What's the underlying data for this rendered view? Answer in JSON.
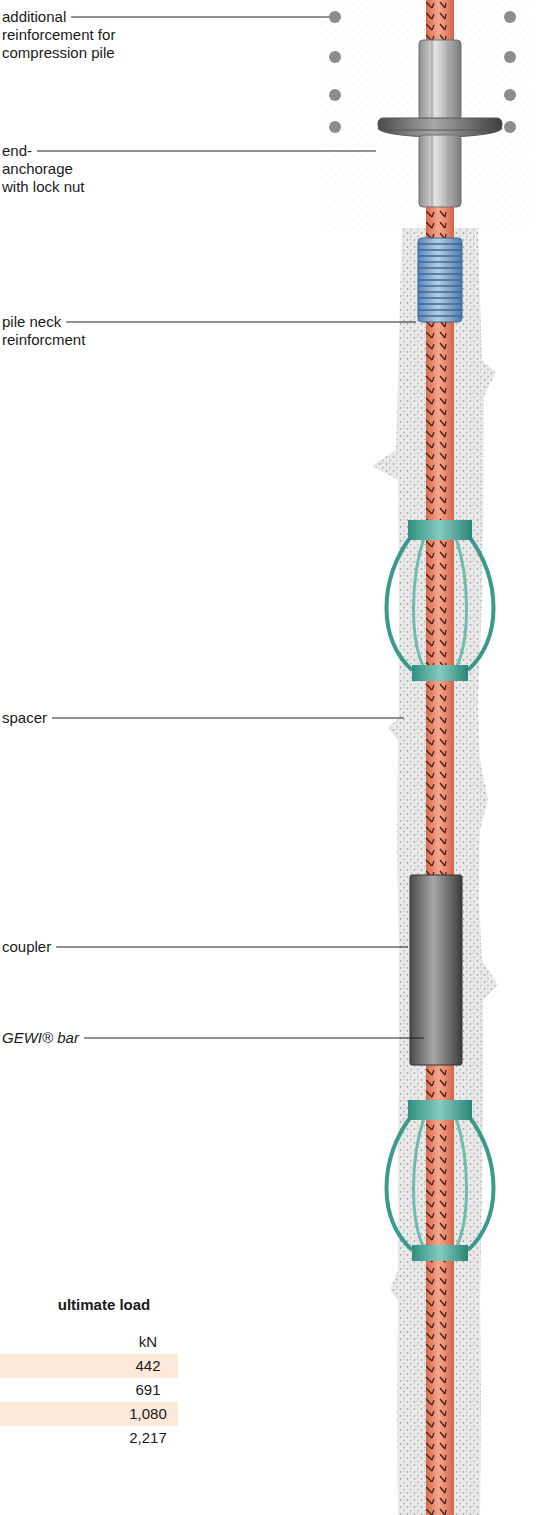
{
  "diagram": {
    "labels": [
      "additional reinforcement for compression pile",
      "end-anchorage with lock nut",
      "pile neck reinforcment",
      "spacer",
      "coupler",
      "GEWI® bar",
      "ultimate load",
      "kN",
      "442",
      "691",
      "1,080",
      "2,217"
    ]
  }
}
